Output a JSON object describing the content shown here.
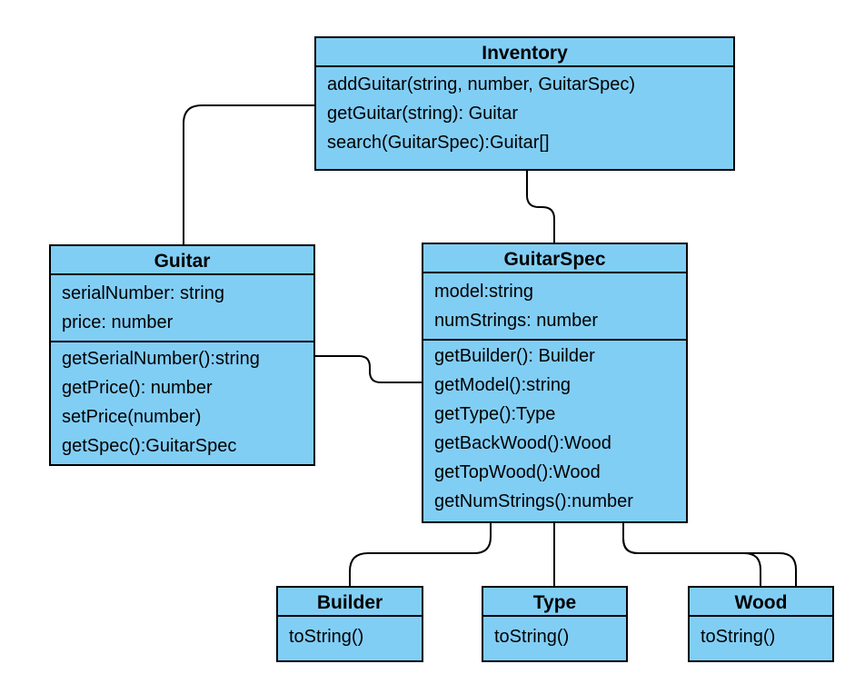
{
  "diagram": {
    "line_color": "#000000",
    "box_fill": "#81cef5",
    "classes": {
      "inventory": {
        "name": "Inventory",
        "attributes": [],
        "methods": [
          "addGuitar(string, number, GuitarSpec)",
          "getGuitar(string): Guitar",
          "search(GuitarSpec):Guitar[]"
        ]
      },
      "guitar": {
        "name": "Guitar",
        "attributes": [
          "serialNumber: string",
          "price: number"
        ],
        "methods": [
          "getSerialNumber():string",
          "getPrice(): number",
          "setPrice(number)",
          "getSpec():GuitarSpec"
        ]
      },
      "guitarspec": {
        "name": "GuitarSpec",
        "attributes": [
          "model:string",
          "numStrings: number"
        ],
        "methods": [
          "getBuilder(): Builder",
          "getModel():string",
          "getType():Type",
          "getBackWood():Wood",
          "getTopWood():Wood",
          "getNumStrings():number"
        ]
      },
      "builder": {
        "name": "Builder",
        "methods": [
          "toString()"
        ]
      },
      "type": {
        "name": "Type",
        "methods": [
          "toString()"
        ]
      },
      "wood": {
        "name": "Wood",
        "methods": [
          "toString()"
        ]
      }
    },
    "connections": [
      {
        "from": "Inventory",
        "to": "Guitar"
      },
      {
        "from": "Inventory",
        "to": "GuitarSpec"
      },
      {
        "from": "Guitar",
        "to": "GuitarSpec"
      },
      {
        "from": "GuitarSpec",
        "to": "Builder"
      },
      {
        "from": "GuitarSpec",
        "to": "Type"
      },
      {
        "from": "GuitarSpec",
        "to": "Wood"
      },
      {
        "from": "GuitarSpec",
        "to": "Wood"
      }
    ]
  }
}
